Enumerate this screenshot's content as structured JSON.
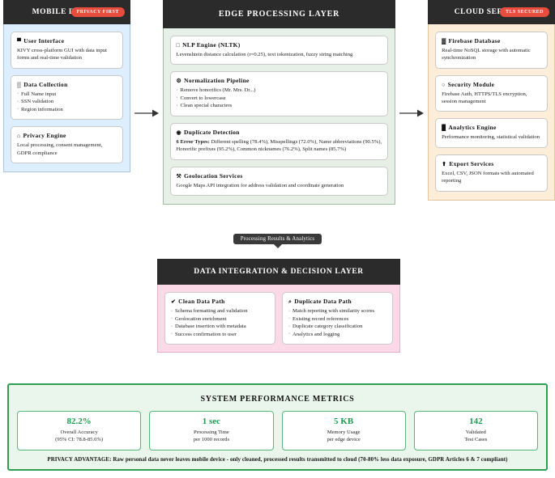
{
  "columns": [
    {
      "id": "mobile-device",
      "header": "MOBILE DEVICE",
      "badge": "PRIVACY FIRST",
      "cards": [
        {
          "icon": "mobile-phone-icon",
          "glyph": "▀",
          "title": "User Interface",
          "text": "KIVY cross-platform GUI with data input forms and real-time validation"
        },
        {
          "icon": "clipboard-icon",
          "glyph": "▒",
          "title": "Data Collection",
          "items": [
            "Full Name input",
            "SSN validation",
            "Region information"
          ]
        },
        {
          "icon": "lock-icon",
          "glyph": "⌂",
          "title": "Privacy Engine",
          "text": "Local processing, consent management, GDPR compliance"
        }
      ]
    },
    {
      "id": "edge-processing-layer",
      "header": "EDGE PROCESSING LAYER",
      "badge": "",
      "cards": [
        {
          "icon": "document-icon",
          "glyph": "□",
          "title": "NLP Engine (NLTK)",
          "text": "Levenshtein distance calculation (r=0.25), text tokenization, fuzzy string matching"
        },
        {
          "icon": "sliders-icon",
          "glyph": "⚙",
          "title": "Normalization Pipeline",
          "items": [
            "Remove honorifics (Mr. Mrs. Dr...)",
            "Convert to lowercase",
            "Clean special characters"
          ]
        },
        {
          "icon": "target-icon",
          "glyph": "◉",
          "title": "Duplicate Detection",
          "lead": "6 Error Types:",
          "text": "Different spelling (78.4%), Misspellings (72.0%), Name abbreviations (90.5%), Honorific prefixes (95.2%), Common nicknames (76.2%), Split names (85.7%)"
        },
        {
          "icon": "wrench-icon",
          "glyph": "⚒",
          "title": "Geolocation Services",
          "text": "Google Maps API integration for address validation and coordinate generation"
        }
      ]
    },
    {
      "id": "cloud-services",
      "header": "CLOUD SERVICES",
      "badge": "TLS SECURED",
      "cards": [
        {
          "icon": "database-icon",
          "glyph": "▓",
          "title": "Firebase Database",
          "text": "Real-time NoSQL storage with automatic synchronization"
        },
        {
          "icon": "shield-icon",
          "glyph": "○",
          "title": "Security Module",
          "text": "Firebase Auth, HTTPS/TLS encryption, session management"
        },
        {
          "icon": "bar-chart-icon",
          "glyph": "█",
          "title": "Analytics Engine",
          "text": "Performance monitoring, statistical validation"
        },
        {
          "icon": "export-icon",
          "glyph": "⬆",
          "title": "Export Services",
          "text": "Excel, CSV, JSON formats with automated reporting"
        }
      ]
    }
  ],
  "connector": {
    "label": "Processing Results & Analytics"
  },
  "integration": {
    "header": "DATA INTEGRATION & DECISION LAYER",
    "cards": [
      {
        "icon": "check-icon",
        "glyph": "✔",
        "title": "Clean Data Path",
        "items": [
          "Schema formatting and validation",
          "Geolocation enrichment",
          "Database insertion with metadata",
          "Success confirmation to user"
        ]
      },
      {
        "icon": "magnifier-icon",
        "glyph": "⌕",
        "title": "Duplicate Data Path",
        "items": [
          "Match reporting with similarity scores",
          "Existing record references",
          "Duplicate category classification",
          "Analytics and logging"
        ]
      }
    ]
  },
  "metrics": {
    "title": "SYSTEM PERFORMANCE METRICS",
    "items": [
      {
        "value": "82.2%",
        "label": "Overall Accuracy",
        "sub": "(95% CI: 78.8-85.6%)"
      },
      {
        "value": "1 sec",
        "label": "Processing Time",
        "sub": "per 1000 records"
      },
      {
        "value": "5 KB",
        "label": "Memory Usage",
        "sub": "per edge device"
      },
      {
        "value": "142",
        "label": "Validated",
        "sub": "Test Cases"
      }
    ],
    "privacy_note": "PRIVACY ADVANTAGE: Raw personal data never leaves mobile device - only cleaned, processed results transmitted to cloud (70-80% less data exposure, GDPR Articles 6 & 7 compliant)"
  },
  "colors": {
    "header_bg": "#2b2b2b",
    "badge_red": "#e74c3c",
    "mobile_bg": "#ddeeff",
    "edge_bg": "#e6f0e6",
    "cloud_bg": "#fdeed9",
    "integration_bg": "#fbd9e6",
    "metrics_green": "#1d9b4e",
    "metrics_bg": "#eaf6ec"
  }
}
